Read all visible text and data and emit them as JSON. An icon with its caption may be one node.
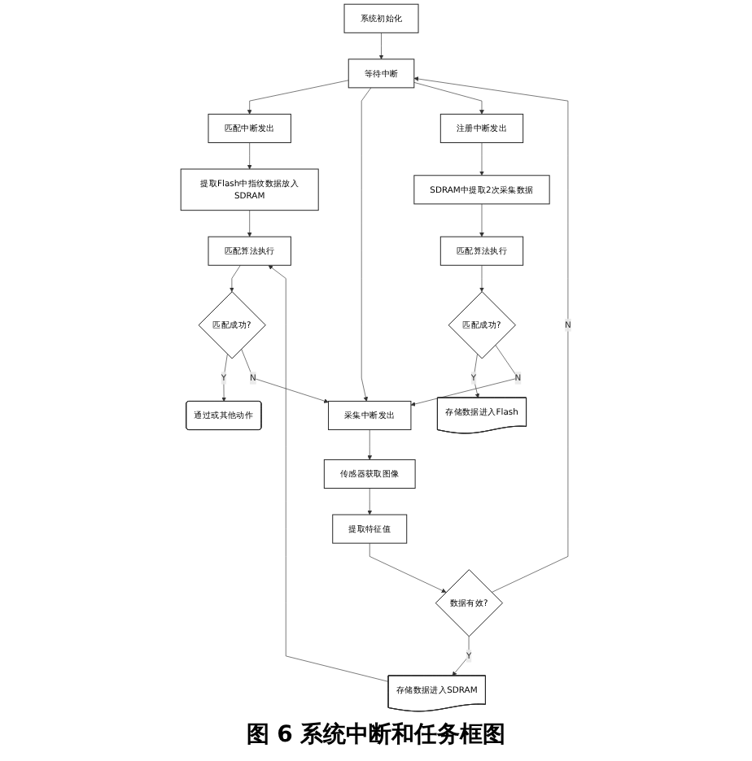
{
  "diagram": {
    "caption": "图 6 系统中断和任务框图",
    "nodes": [
      {
        "text": [
          "系统初始化"
        ]
      },
      {
        "text": [
          "等待中断"
        ]
      },
      {
        "text": [
          "匹配中断发出"
        ]
      },
      {
        "text": [
          "采集中断发出"
        ]
      },
      {
        "text": [
          "注册中断发出"
        ]
      },
      {
        "text": [
          "提取Flash中指纹数据放入SDRAM"
        ]
      },
      {
        "text": [
          "传感器获取图像"
        ]
      },
      {
        "text": [
          "SDRAM中提取2次采集数据"
        ]
      },
      {
        "text": [
          "提取特征值"
        ]
      },
      {
        "text": [
          "匹配算法执行"
        ]
      },
      {
        "text": [
          "匹配算法执行"
        ]
      },
      {
        "text": [
          "数据有效?"
        ]
      },
      {
        "text": [
          "匹配成功?"
        ]
      },
      {
        "text": [
          "匹配成功?"
        ]
      },
      {
        "text": [
          "通过或其他动作"
        ]
      },
      {
        "text": [
          "存储数据进入SDRAM"
        ]
      },
      {
        "text": [
          "存储数据进入Flash"
        ]
      }
    ],
    "edges": [
      {
        "from": 0,
        "to": 1,
        "arrow": "to"
      },
      {
        "from": 1,
        "to": 2,
        "arrow": "to"
      },
      {
        "from": 1,
        "to": 3,
        "arrow": "to"
      },
      {
        "from": 1,
        "to": 4,
        "arrow": "to"
      },
      {
        "from": 2,
        "to": 5,
        "arrow": "to"
      },
      {
        "from": 3,
        "to": 6,
        "arrow": "to"
      },
      {
        "from": 4,
        "to": 7,
        "arrow": "to"
      },
      {
        "from": 6,
        "to": 8,
        "arrow": "to"
      },
      {
        "from": 5,
        "to": 9,
        "arrow": "to"
      },
      {
        "from": 7,
        "to": 10,
        "arrow": "to"
      },
      {
        "from": 8,
        "to": 11,
        "arrow": "to"
      },
      {
        "from": 9,
        "to": 12,
        "arrow": "to"
      },
      {
        "from": 10,
        "to": 13,
        "arrow": "to"
      },
      {
        "from": 12,
        "to": 14,
        "label": "Y",
        "arrow": "to"
      },
      {
        "from": 11,
        "to": 15,
        "label": "Y",
        "arrow": "to"
      },
      {
        "from": 13,
        "to": 16,
        "label": "Y",
        "arrow": "to"
      },
      {
        "from": 12,
        "to": 3,
        "label": "N",
        "arrow": "to"
      },
      {
        "from": 11,
        "to": 1,
        "label": "N",
        "arrow": "to"
      },
      {
        "from": 13,
        "to": 3,
        "label": "N",
        "arrow": "to"
      },
      {
        "from": 15,
        "to": 9,
        "arrow": "to"
      }
    ]
  }
}
